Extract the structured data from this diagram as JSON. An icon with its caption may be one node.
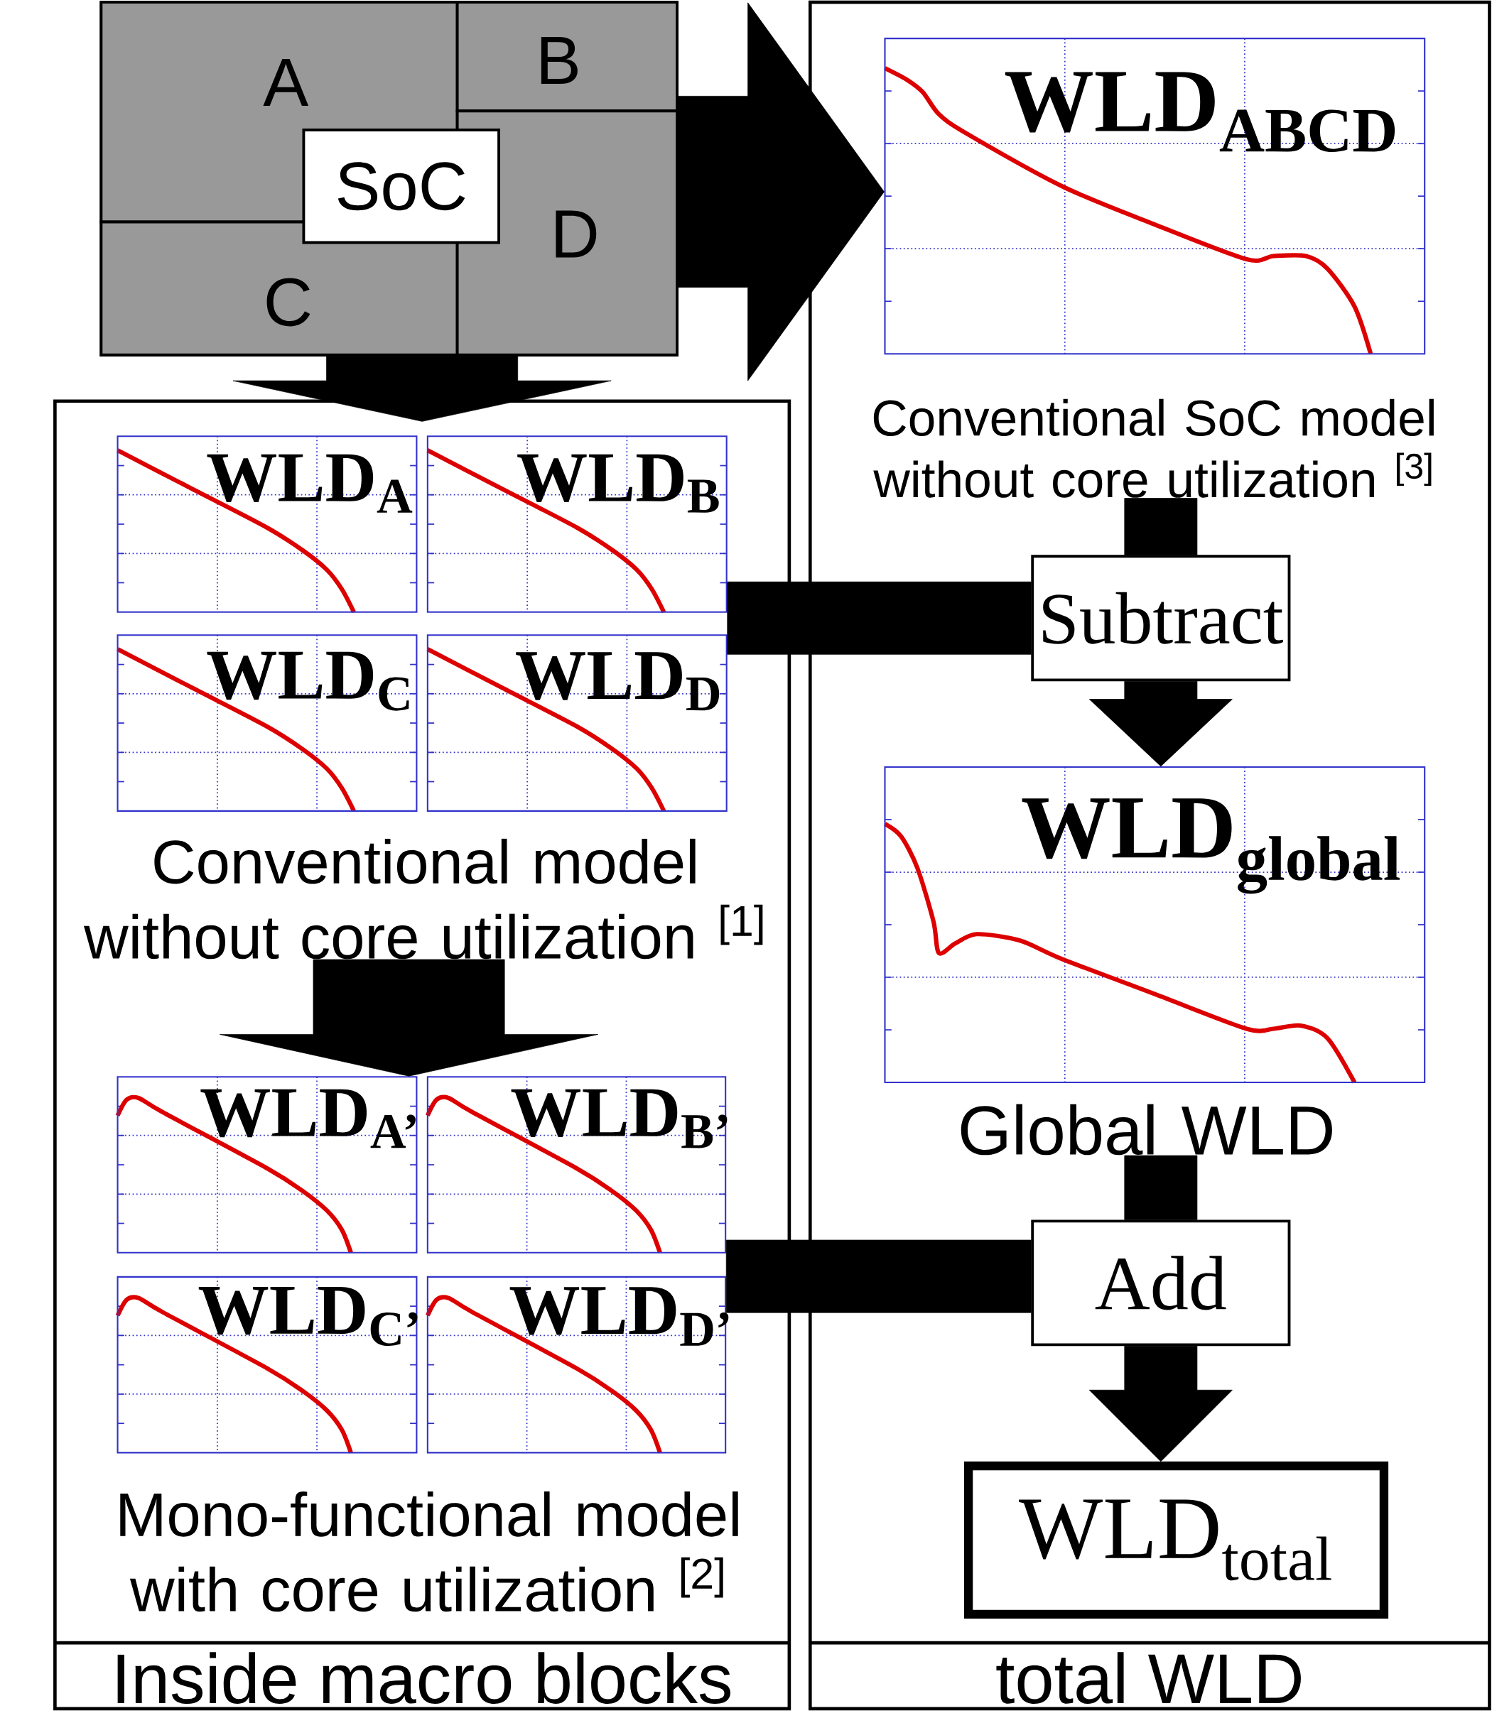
{
  "diagram": {
    "nodes": [
      {
        "text": [],
        "shape": "box"
      },
      {
        "text": [
          "A"
        ],
        "in": 0
      },
      {
        "text": [
          "B"
        ],
        "in": 0
      },
      {
        "text": [
          "C"
        ],
        "in": 0
      },
      {
        "text": [
          "D"
        ],
        "in": 0
      },
      {
        "text": [
          "SoC"
        ],
        "in": 0
      },
      {
        "text": [
          "Inside macro blocks"
        ]
      },
      {
        "text": [
          "WLD$_{A}$"
        ],
        "in": 6
      },
      {
        "text": [
          "WLD$_{B}$"
        ],
        "in": 6
      },
      {
        "text": [
          "WLD$_{C}$"
        ],
        "in": 6
      },
      {
        "text": [
          "WLD$_{D}$"
        ],
        "in": 6
      },
      {
        "text": [
          "Conventional model without core utilization $^{[1]}$"
        ],
        "in": 6
      },
      {
        "text": [
          "WLD$_{A’}$"
        ],
        "in": 6
      },
      {
        "text": [
          "WLD$_{B’}$"
        ],
        "in": 6
      },
      {
        "text": [
          "WLD$_{C’}$"
        ],
        "in": 6
      },
      {
        "text": [
          "WLD$_{D’}$"
        ],
        "in": 6
      },
      {
        "text": [
          "Mono-functional model with core utilization $^{[2]}$"
        ],
        "in": 6
      },
      {
        "text": [
          "total WLD"
        ]
      },
      {
        "text": [
          "WLD$_{ABCD}$"
        ],
        "in": 17
      },
      {
        "text": [
          "Conventional SoC model without core utilization $^{[3]}$"
        ],
        "in": 17
      },
      {
        "text": [
          "Subtract"
        ],
        "in": 17
      },
      {
        "text": [
          "WLD$_{global}$"
        ],
        "in": 17
      },
      {
        "text": [
          "Global WLD"
        ],
        "in": 17
      },
      {
        "text": [
          "Add"
        ],
        "in": 17
      },
      {
        "text": [
          "WLD$_{total}$"
        ],
        "in": 17
      }
    ],
    "edges": [
      {
        "from": 0,
        "to": 18,
        "arrow": "to",
        "style": "thick"
      },
      {
        "from": 0,
        "to": 6,
        "arrow": "to",
        "style": "thick"
      },
      {
        "from": 11,
        "to": 12,
        "arrow": "to",
        "style": "thick"
      },
      {
        "from": 19,
        "to": 20,
        "arrow": "none"
      },
      {
        "from": 8,
        "to": 20,
        "arrow": "none"
      },
      {
        "from": 20,
        "to": 21,
        "arrow": "to"
      },
      {
        "from": 22,
        "to": 23,
        "arrow": "none"
      },
      {
        "from": 15,
        "to": 23,
        "arrow": "none"
      },
      {
        "from": 23,
        "to": 24,
        "arrow": "to"
      }
    ]
  }
}
